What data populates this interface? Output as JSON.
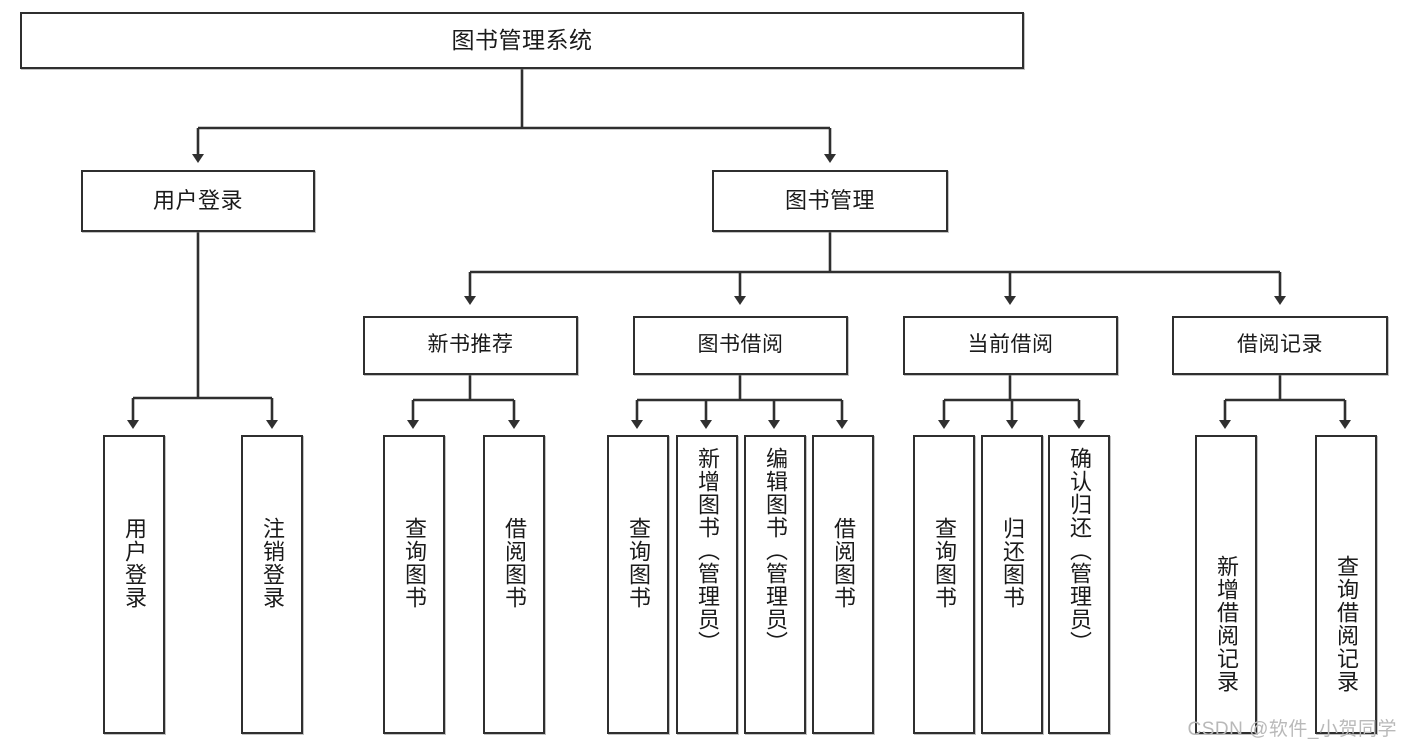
{
  "diagram": {
    "title": "图书管理系统",
    "type": "tree-hierarchy-diagram",
    "watermark": "CSDN @软件_小贺同学",
    "colors": {
      "stroke": "#2f2f2f",
      "fill": "#ffffff",
      "text": "#1a1a1a",
      "watermark": "#b9b9b9"
    },
    "root": {
      "label": "图书管理系统"
    },
    "level2": [
      {
        "label": "用户登录"
      },
      {
        "label": "图书管理"
      }
    ],
    "level3": [
      {
        "label": "新书推荐"
      },
      {
        "label": "图书借阅"
      },
      {
        "label": "当前借阅"
      },
      {
        "label": "借阅记录"
      }
    ],
    "leaves": {
      "user_login": [
        {
          "label": "用户登录"
        },
        {
          "label": "注销登录"
        }
      ],
      "new_book_recommend": [
        {
          "label": "查询图书"
        },
        {
          "label": "借阅图书"
        }
      ],
      "book_borrow": [
        {
          "label": "查询图书"
        },
        {
          "label": "新增图书（管理员）"
        },
        {
          "label": "编辑图书（管理员）"
        },
        {
          "label": "借阅图书"
        }
      ],
      "current_borrow": [
        {
          "label": "查询图书"
        },
        {
          "label": "归还图书"
        },
        {
          "label": "确认归还（管理员）"
        }
      ],
      "borrow_record": [
        {
          "label": "新增借阅记录"
        },
        {
          "label": "查询借阅记录"
        }
      ]
    }
  }
}
